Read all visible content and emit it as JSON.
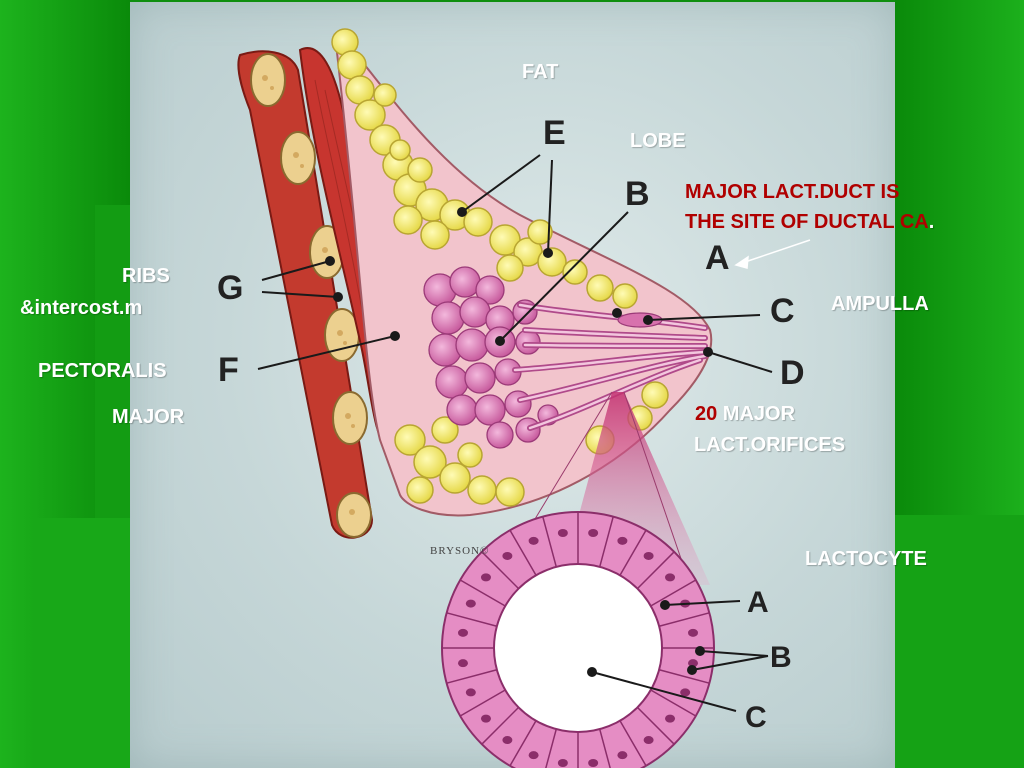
{
  "labels": {
    "fat": "FAT",
    "lobe": "LOBE",
    "ribs": "RIBS",
    "intercost": "&intercost.m",
    "pectoralis": "PECTORALIS",
    "major": "MAJOR",
    "ampulla": "AMPULLA",
    "lactocyte": "LACTOCYTE",
    "duct_note_line1": "MAJOR LACT.DUCT IS",
    "duct_note_line2": "THE SITE OF DUCTAL CA",
    "duct_note_period": ".",
    "orifice_count": "20",
    "orifice_text1": " MAJOR",
    "orifice_text2": "LACT.ORIFICES"
  },
  "letters": {
    "e": "E",
    "b": "B",
    "a": "A",
    "g": "G",
    "c": "C",
    "f": "F",
    "d": "D",
    "inset_a": "A",
    "inset_b": "B",
    "inset_c": "C"
  },
  "credit": "BRYSON©",
  "colors": {
    "background": "#0f8f0f",
    "panel": "#c6d7d8",
    "fat": "#f2ea7a",
    "muscle": "#c7352f",
    "rib": "#e9c98a",
    "lobule": "#d877b4",
    "tissue": "#f2c4cc",
    "note_red": "#b00000"
  }
}
